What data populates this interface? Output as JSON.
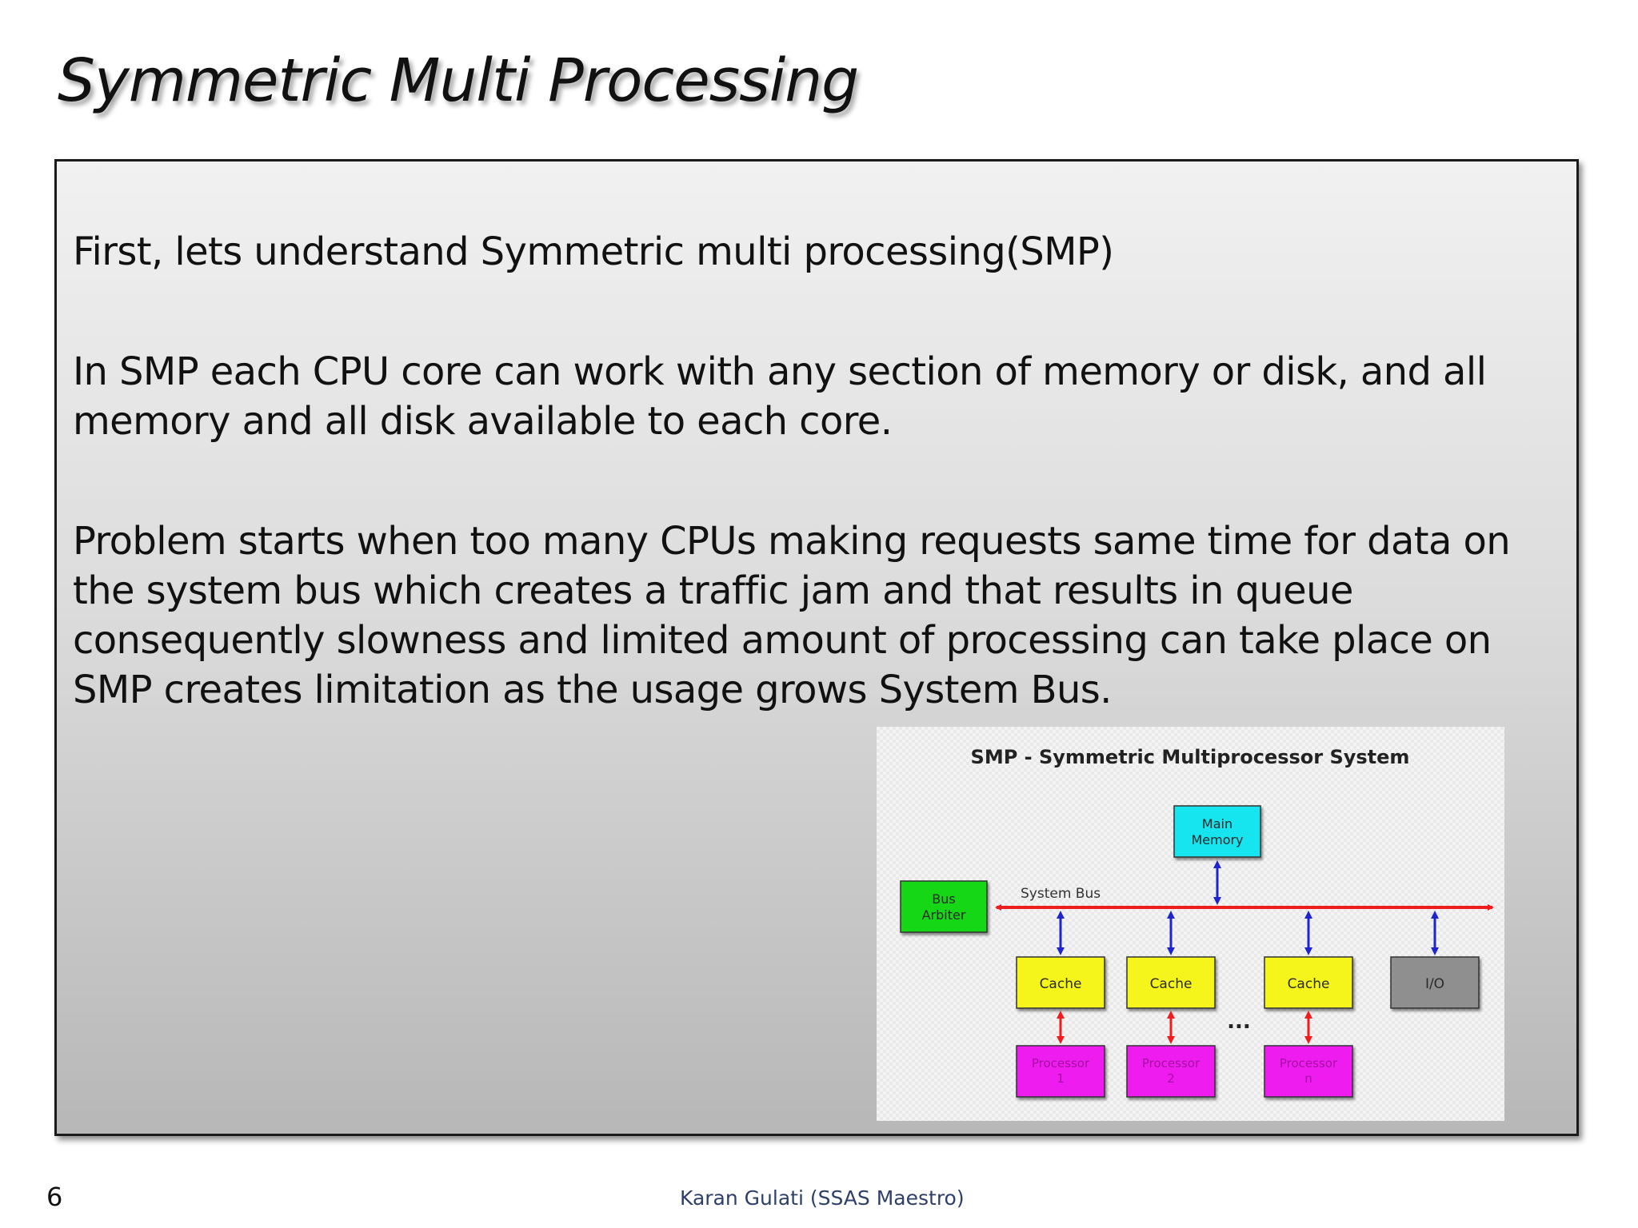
{
  "slide": {
    "title": "Symmetric Multi Processing",
    "paragraphs": [
      "First, lets understand Symmetric multi processing(SMP)",
      "In SMP each CPU core can work with any section of memory or disk, and all memory and all disk available to each core.",
      "Problem starts when too many CPUs making requests same time for data on the system bus which creates a traffic jam and that results in queue consequently slowness and limited amount of processing can take place on SMP creates limitation as the usage grows System Bus."
    ],
    "page_number": "6",
    "footer_author": "Karan Gulati (SSAS Maestro)"
  },
  "diagram": {
    "title": "SMP - Symmetric Multiprocessor System",
    "main_memory": [
      "Main",
      "Memory"
    ],
    "bus_arbiter": [
      "Bus",
      "Arbiter"
    ],
    "system_bus_label": "System Bus",
    "cache_labels": [
      "Cache",
      "Cache",
      "Cache"
    ],
    "io_label": "I/O",
    "processor_labels": [
      [
        "Processor",
        "1"
      ],
      [
        "Processor",
        "2"
      ],
      [
        "Processor",
        "n"
      ]
    ],
    "ellipsis": "...",
    "colors": {
      "memory": "#14e4ee",
      "arbiter": "#19d719",
      "cache": "#f5f51e",
      "processor": "#ef1aef",
      "io": "#8f8f8f",
      "bus": "#ee1c1c",
      "vertical_link": "#1f25cc"
    }
  }
}
